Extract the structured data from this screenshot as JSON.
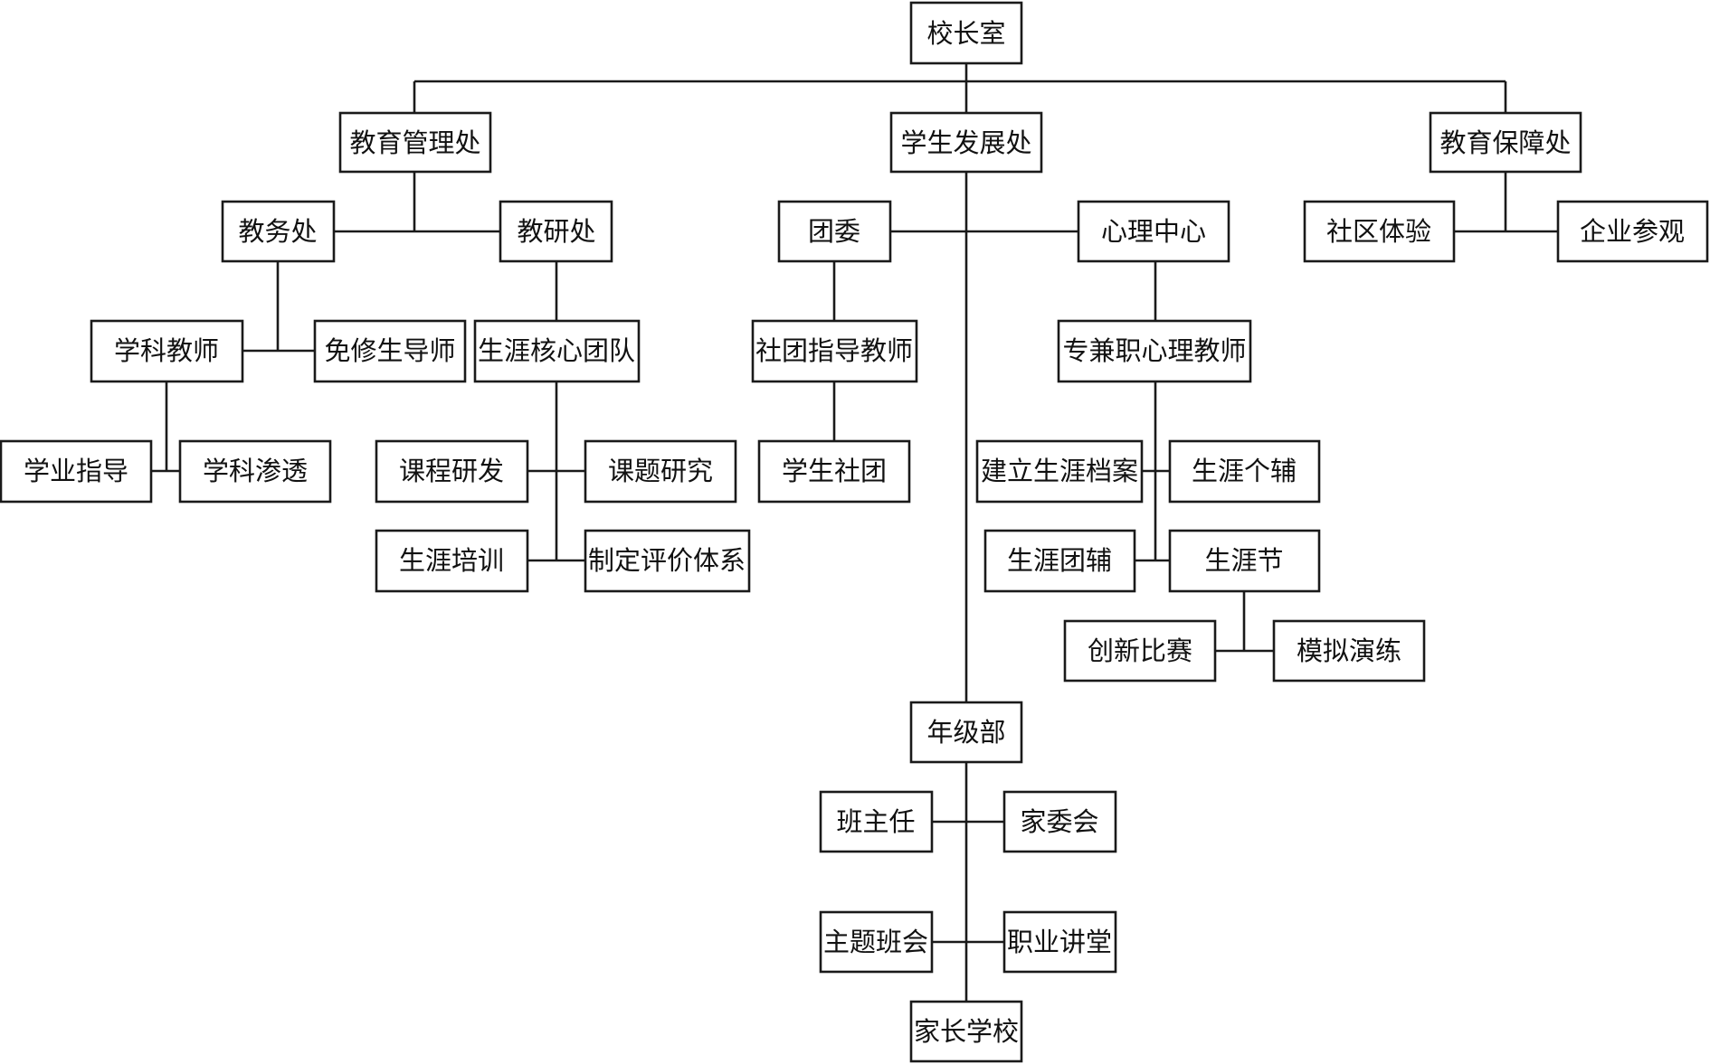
{
  "nodes": {
    "principal": "校长室",
    "edu_mgmt": "教育管理处",
    "student_dev": "学生发展处",
    "edu_support": "教育保障处",
    "academic_affairs": "教务处",
    "teaching_research": "教研处",
    "youth_league": "团委",
    "psych_center": "心理中心",
    "community": "社区体验",
    "enterprise": "企业参观",
    "subject_teacher": "学科教师",
    "exempt_tutor": "免修生导师",
    "career_core": "生涯核心团队",
    "club_advisor": "社团指导教师",
    "psych_teacher": "专兼职心理教师",
    "study_guidance": "学业指导",
    "subject_infiltration": "学科渗透",
    "course_dev": "课程研发",
    "topic_research": "课题研究",
    "career_training": "生涯培训",
    "evaluation_system": "制定评价体系",
    "student_clubs": "学生社团",
    "career_file": "建立生涯档案",
    "career_individual": "生涯个辅",
    "career_group": "生涯团辅",
    "career_festival": "生涯节",
    "innovation_contest": "创新比赛",
    "simulation_drill": "模拟演练",
    "grade_dept": "年级部",
    "head_teacher": "班主任",
    "parent_committee": "家委会",
    "theme_meeting": "主题班会",
    "career_lecture": "职业讲堂",
    "parent_school": "家长学校"
  }
}
